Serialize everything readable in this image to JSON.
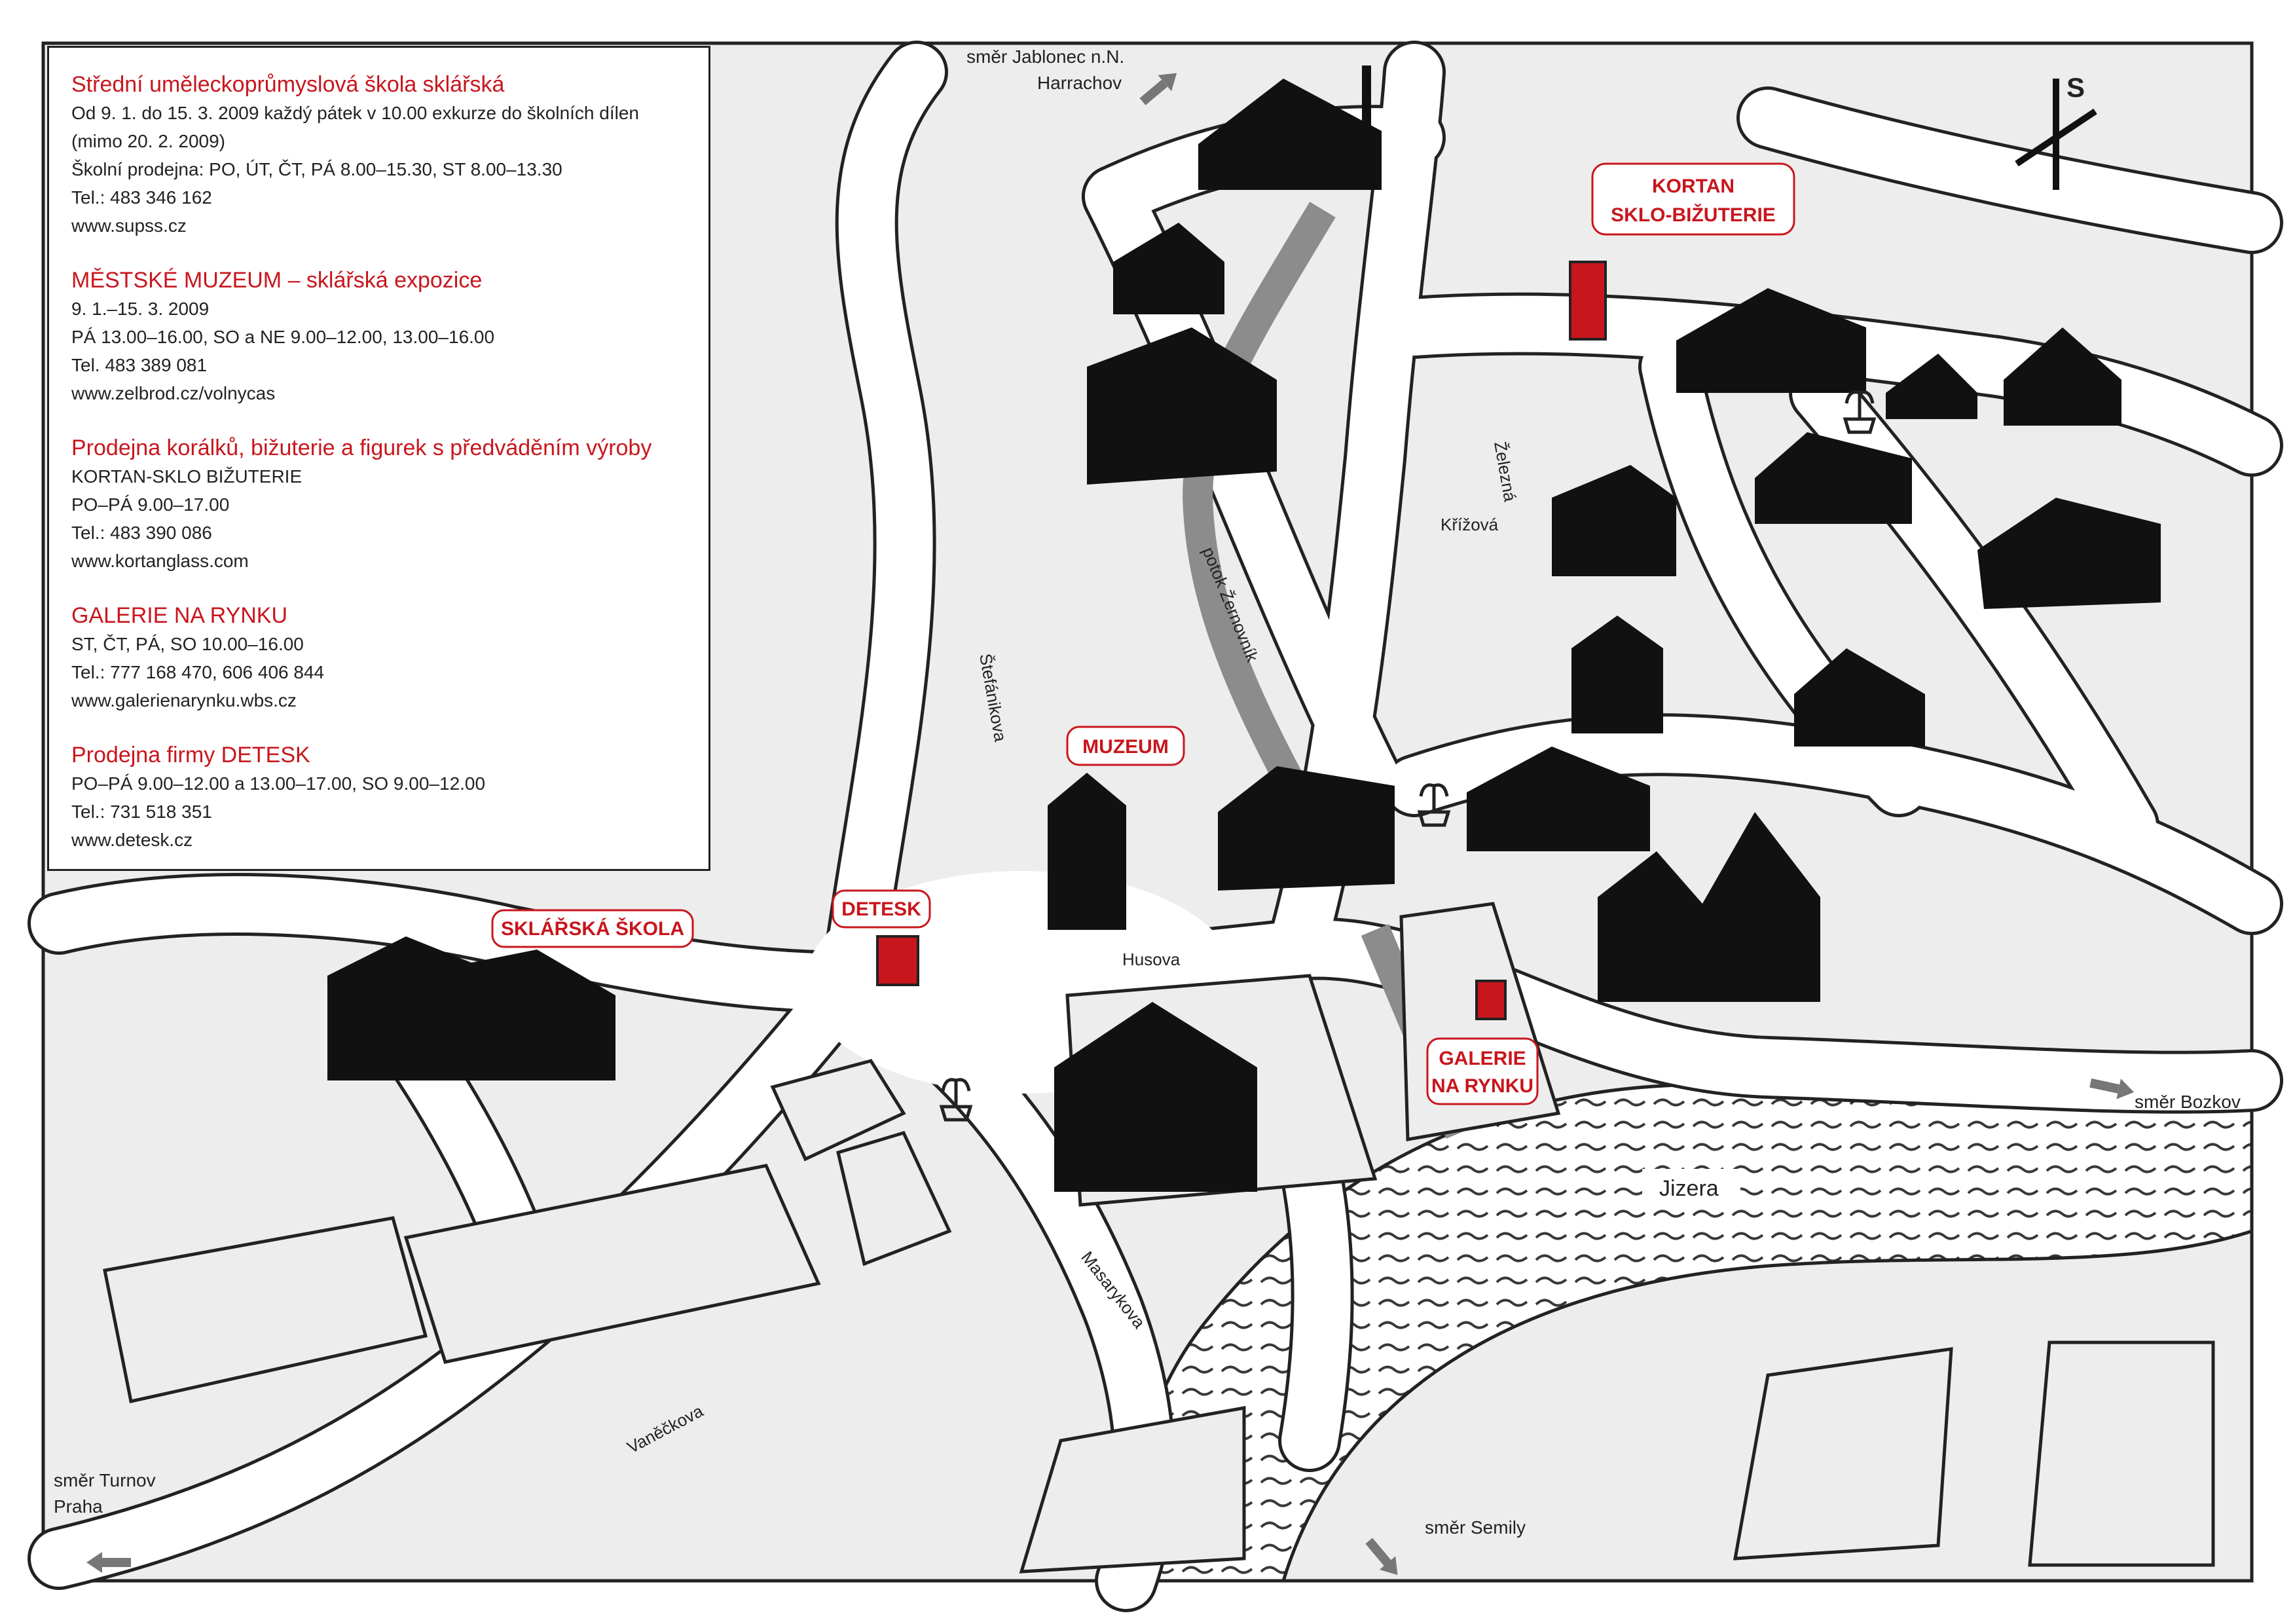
{
  "colors": {
    "accent_red": "#c8161d",
    "road_fill": "#ffffff",
    "block_fill": "#ededed",
    "river_fill": "#ffffff",
    "stream_fill": "#8c8c8c",
    "outline": "#222222",
    "arrow": "#777777"
  },
  "info_box": {
    "entries": [
      {
        "title": "Střední uměleckoprůmyslová škola sklářská",
        "lines": [
          "Od 9. 1. do 15. 3. 2009 každý pátek v 10.00 exkurze do školních dílen",
          "(mimo 20. 2. 2009)",
          "Školní prodejna: PO, ÚT, ČT, PÁ 8.00–15.30, ST 8.00–13.30",
          "Tel.: 483 346 162",
          "www.supss.cz"
        ]
      },
      {
        "title": "MĚSTSKÉ MUZEUM – sklářská expozice",
        "lines": [
          "9. 1.–15. 3. 2009",
          "PÁ 13.00–16.00, SO a NE 9.00–12.00, 13.00–16.00",
          "Tel. 483 389 081",
          "www.zelbrod.cz/volnycas"
        ]
      },
      {
        "title": "Prodejna korálků, bižuterie a figurek s předváděním výroby",
        "lines": [
          "KORTAN-SKLO BIŽUTERIE",
          "PO–PÁ  9.00–17.00",
          "Tel.: 483 390 086",
          "www.kortanglass.com"
        ]
      },
      {
        "title": "GALERIE NA RYNKU",
        "lines": [
          "ST, ČT, PÁ, SO  10.00–16.00",
          "Tel.: 777 168 470, 606 406 844",
          "www.galerienarynku.wbs.cz"
        ]
      },
      {
        "title": "Prodejna firmy DETESK",
        "lines": [
          "PO–PÁ 9.00–12.00 a 13.00–17.00, SO 9.00–12.00",
          "Tel.: 731 518 351",
          "www.detesk.cz"
        ]
      }
    ]
  },
  "compass": {
    "letter": "S"
  },
  "directions": {
    "jablonec_1": "směr Jablonec n.N.",
    "jablonec_2": "Harrachov",
    "bozkov": "směr Bozkov",
    "semily": "směr Semily",
    "turnov_1": "směr Turnov",
    "turnov_2": "Praha"
  },
  "streets": {
    "stefanikova": "Štefánikova",
    "zelezna": "Železná",
    "krizova": "Křížová",
    "husova": "Husova",
    "masarykova": "Masarykova",
    "vaneckova": "Vaněčkova"
  },
  "water": {
    "stream": "potok Žernovník",
    "river": "Jizera"
  },
  "callouts": {
    "kortan_1": "KORTAN",
    "kortan_2": "SKLO-BIŽUTERIE",
    "muzeum": "MUZEUM",
    "detesk": "DETESK",
    "sklarska": "SKLÁŘSKÁ ŠKOLA",
    "galerie_1": "GALERIE",
    "galerie_2": "NA RYNKU"
  },
  "icons": [
    "fountain-icon",
    "north-arrow-icon",
    "direction-arrow-icon",
    "building-icon"
  ]
}
